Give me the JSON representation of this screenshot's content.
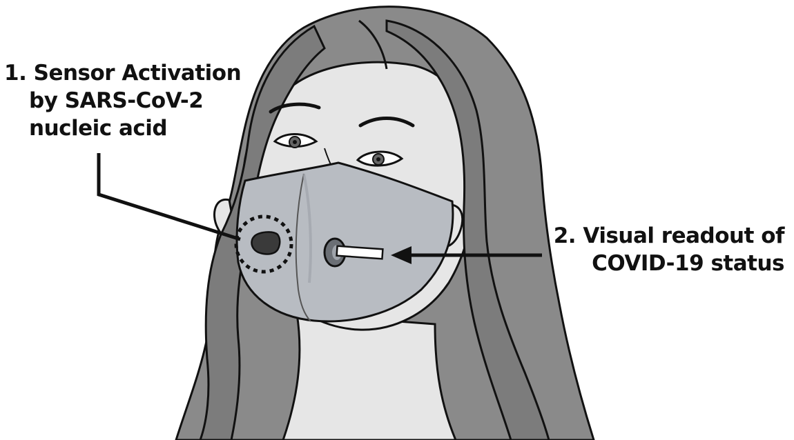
{
  "callouts": {
    "sensor": {
      "line1": "1. Sensor Activation",
      "line2": "by SARS-CoV-2",
      "line3": "nucleic acid"
    },
    "readout": {
      "line1": "2. Visual readout of",
      "line2": "COVID-19 status"
    }
  },
  "colors": {
    "hair": "#8a8a8a",
    "hair_dark": "#6f6f6f",
    "skin": "#e6e6e6",
    "mask": "#b8bcc2",
    "mask_shadow": "#9fa4ab",
    "outline": "#111111",
    "sensor": "#3a3a3a",
    "readout_strip": "#ffffff"
  }
}
